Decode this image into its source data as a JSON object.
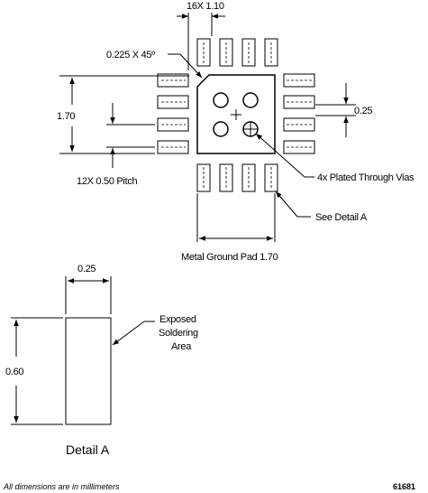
{
  "labels": {
    "pad_width": "16X  1.10",
    "chamfer": "0.225 X 45º",
    "body_height": "1.70",
    "pad_gap": "0.25",
    "pitch": "12X 0.50 Pitch",
    "vias": "4x Plated Through Vias",
    "see_detail": "See Detail A",
    "ground_pad": "Metal Ground Pad 1.70",
    "detail_width": "0.25",
    "detail_height": "0.60",
    "exposed_line1": "Exposed",
    "exposed_line2": "Soldering",
    "exposed_line3": "Area",
    "detail_title": "Detail A",
    "footnote": "All dimensions are in millimeters",
    "doc_number": "61681"
  }
}
